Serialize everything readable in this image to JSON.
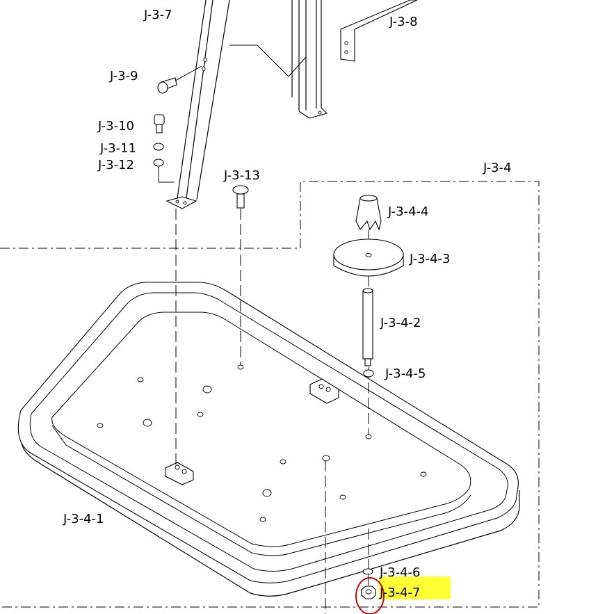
{
  "diagram": {
    "labels": {
      "j37": "J-3-7",
      "j38": "J-3-8",
      "j39": "J-3-9",
      "j310": "J-3-10",
      "j311": "J-3-11",
      "j312": "J-3-12",
      "j313": "J-3-13",
      "j34": "J-3-4",
      "j344": "J-3-4-4",
      "j343": "J-3-4-3",
      "j342": "J-3-4-2",
      "j345": "J-3-4-5",
      "j341": "J-3-4-1",
      "j346": "J-3-4-6",
      "j347": "J-3-4-7"
    },
    "highlight": {
      "label": "J-3-4-7",
      "highlight_color": "#ffff33",
      "circle_color": "#e00000"
    }
  }
}
